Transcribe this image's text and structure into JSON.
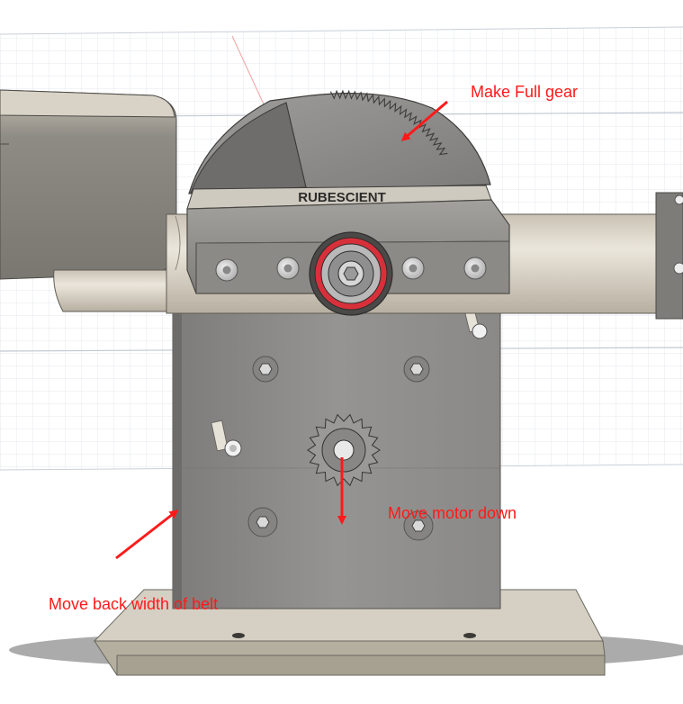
{
  "annotations": {
    "full_gear": "Make Full gear",
    "motor_down": "Move motor down",
    "back_belt": "Move back width of belt"
  },
  "plate_text": "RUBESCIENT",
  "colors": {
    "annotation": "#ff1a1a",
    "grid": "#d8dee6",
    "body_grey": "#8f8e8c",
    "shaft": "#d7d1c4",
    "bearing_ring": "#d8303b",
    "base": "#b9b3a4"
  },
  "icons": {
    "arrows": "red-arrow-icon",
    "bolts": "bolt-head-icon",
    "bearing": "bearing-icon",
    "pinion": "pinion-gear-icon"
  }
}
